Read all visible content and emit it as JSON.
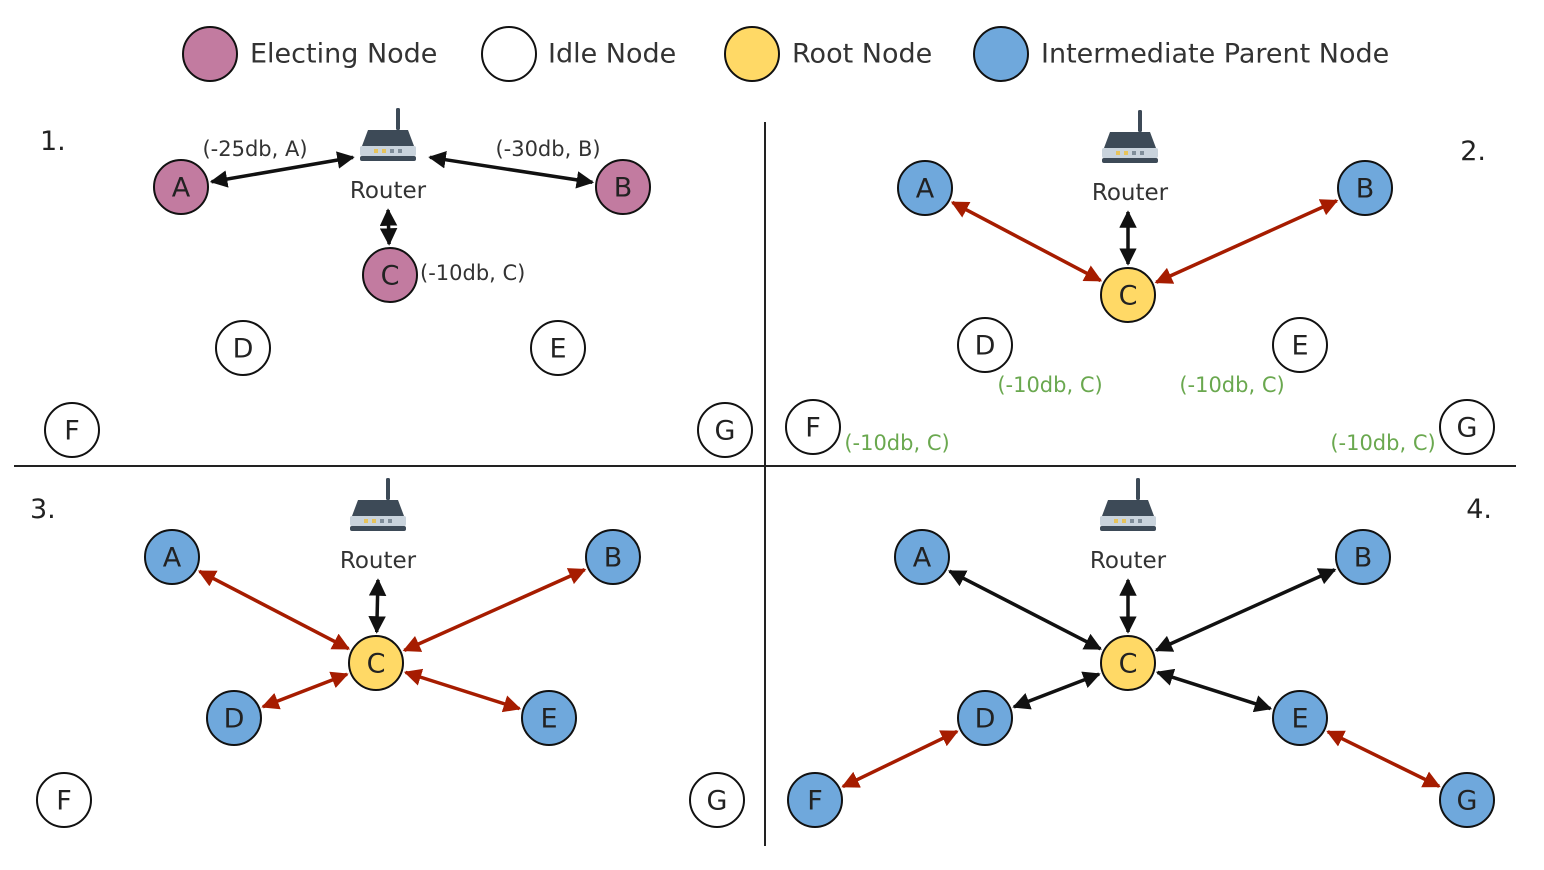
{
  "legend": [
    {
      "label": "Electing Node",
      "color": "#c27ba0"
    },
    {
      "label": "Idle Node",
      "color": "#ffffff"
    },
    {
      "label": "Root Node",
      "color": "#ffd966"
    },
    {
      "label": "Intermediate Parent Node",
      "color": "#6fa8dc"
    }
  ],
  "colors": {
    "electing": "#c27ba0",
    "idle": "#ffffff",
    "root": "#ffd966",
    "parent": "#6fa8dc",
    "edge_black": "#111111",
    "edge_red": "#a61c00",
    "annotation_green": "#6aa84f",
    "annotation_dark": "#333333"
  },
  "router_label": "Router",
  "router_icon": "router-icon",
  "panels": [
    {
      "number": "1.",
      "nodes": [
        {
          "id": "A",
          "state": "electing"
        },
        {
          "id": "B",
          "state": "electing"
        },
        {
          "id": "C",
          "state": "electing"
        },
        {
          "id": "D",
          "state": "idle"
        },
        {
          "id": "E",
          "state": "idle"
        },
        {
          "id": "F",
          "state": "idle"
        },
        {
          "id": "G",
          "state": "idle"
        }
      ],
      "edges": [
        {
          "from": "router",
          "to": "A",
          "color": "black"
        },
        {
          "from": "router",
          "to": "B",
          "color": "black"
        },
        {
          "from": "router",
          "to": "C",
          "color": "black"
        }
      ],
      "annotations": [
        {
          "text": "(-25db, A)",
          "color": "dark",
          "near": "A"
        },
        {
          "text": "(-30db, B)",
          "color": "dark",
          "near": "B"
        },
        {
          "text": "(-10db, C)",
          "color": "dark",
          "near": "C"
        }
      ]
    },
    {
      "number": "2.",
      "nodes": [
        {
          "id": "A",
          "state": "parent"
        },
        {
          "id": "B",
          "state": "parent"
        },
        {
          "id": "C",
          "state": "root"
        },
        {
          "id": "D",
          "state": "idle"
        },
        {
          "id": "E",
          "state": "idle"
        },
        {
          "id": "F",
          "state": "idle"
        },
        {
          "id": "G",
          "state": "idle"
        }
      ],
      "edges": [
        {
          "from": "router",
          "to": "C",
          "color": "black"
        },
        {
          "from": "C",
          "to": "A",
          "color": "red"
        },
        {
          "from": "C",
          "to": "B",
          "color": "red"
        }
      ],
      "annotations": [
        {
          "text": "(-10db, C)",
          "color": "green",
          "near": "D"
        },
        {
          "text": "(-10db, C)",
          "color": "green",
          "near": "E"
        },
        {
          "text": "(-10db, C)",
          "color": "green",
          "near": "F"
        },
        {
          "text": "(-10db, C)",
          "color": "green",
          "near": "G"
        }
      ]
    },
    {
      "number": "3.",
      "nodes": [
        {
          "id": "A",
          "state": "parent"
        },
        {
          "id": "B",
          "state": "parent"
        },
        {
          "id": "C",
          "state": "root"
        },
        {
          "id": "D",
          "state": "parent"
        },
        {
          "id": "E",
          "state": "parent"
        },
        {
          "id": "F",
          "state": "idle"
        },
        {
          "id": "G",
          "state": "idle"
        }
      ],
      "edges": [
        {
          "from": "router",
          "to": "C",
          "color": "black"
        },
        {
          "from": "C",
          "to": "A",
          "color": "red"
        },
        {
          "from": "C",
          "to": "B",
          "color": "red"
        },
        {
          "from": "C",
          "to": "D",
          "color": "red"
        },
        {
          "from": "C",
          "to": "E",
          "color": "red"
        }
      ],
      "annotations": []
    },
    {
      "number": "4.",
      "nodes": [
        {
          "id": "A",
          "state": "parent"
        },
        {
          "id": "B",
          "state": "parent"
        },
        {
          "id": "C",
          "state": "root"
        },
        {
          "id": "D",
          "state": "parent"
        },
        {
          "id": "E",
          "state": "parent"
        },
        {
          "id": "F",
          "state": "parent"
        },
        {
          "id": "G",
          "state": "parent"
        }
      ],
      "edges": [
        {
          "from": "router",
          "to": "C",
          "color": "black"
        },
        {
          "from": "C",
          "to": "A",
          "color": "black"
        },
        {
          "from": "C",
          "to": "B",
          "color": "black"
        },
        {
          "from": "C",
          "to": "D",
          "color": "black"
        },
        {
          "from": "C",
          "to": "E",
          "color": "black"
        },
        {
          "from": "D",
          "to": "F",
          "color": "red"
        },
        {
          "from": "E",
          "to": "G",
          "color": "red"
        }
      ],
      "annotations": []
    }
  ]
}
